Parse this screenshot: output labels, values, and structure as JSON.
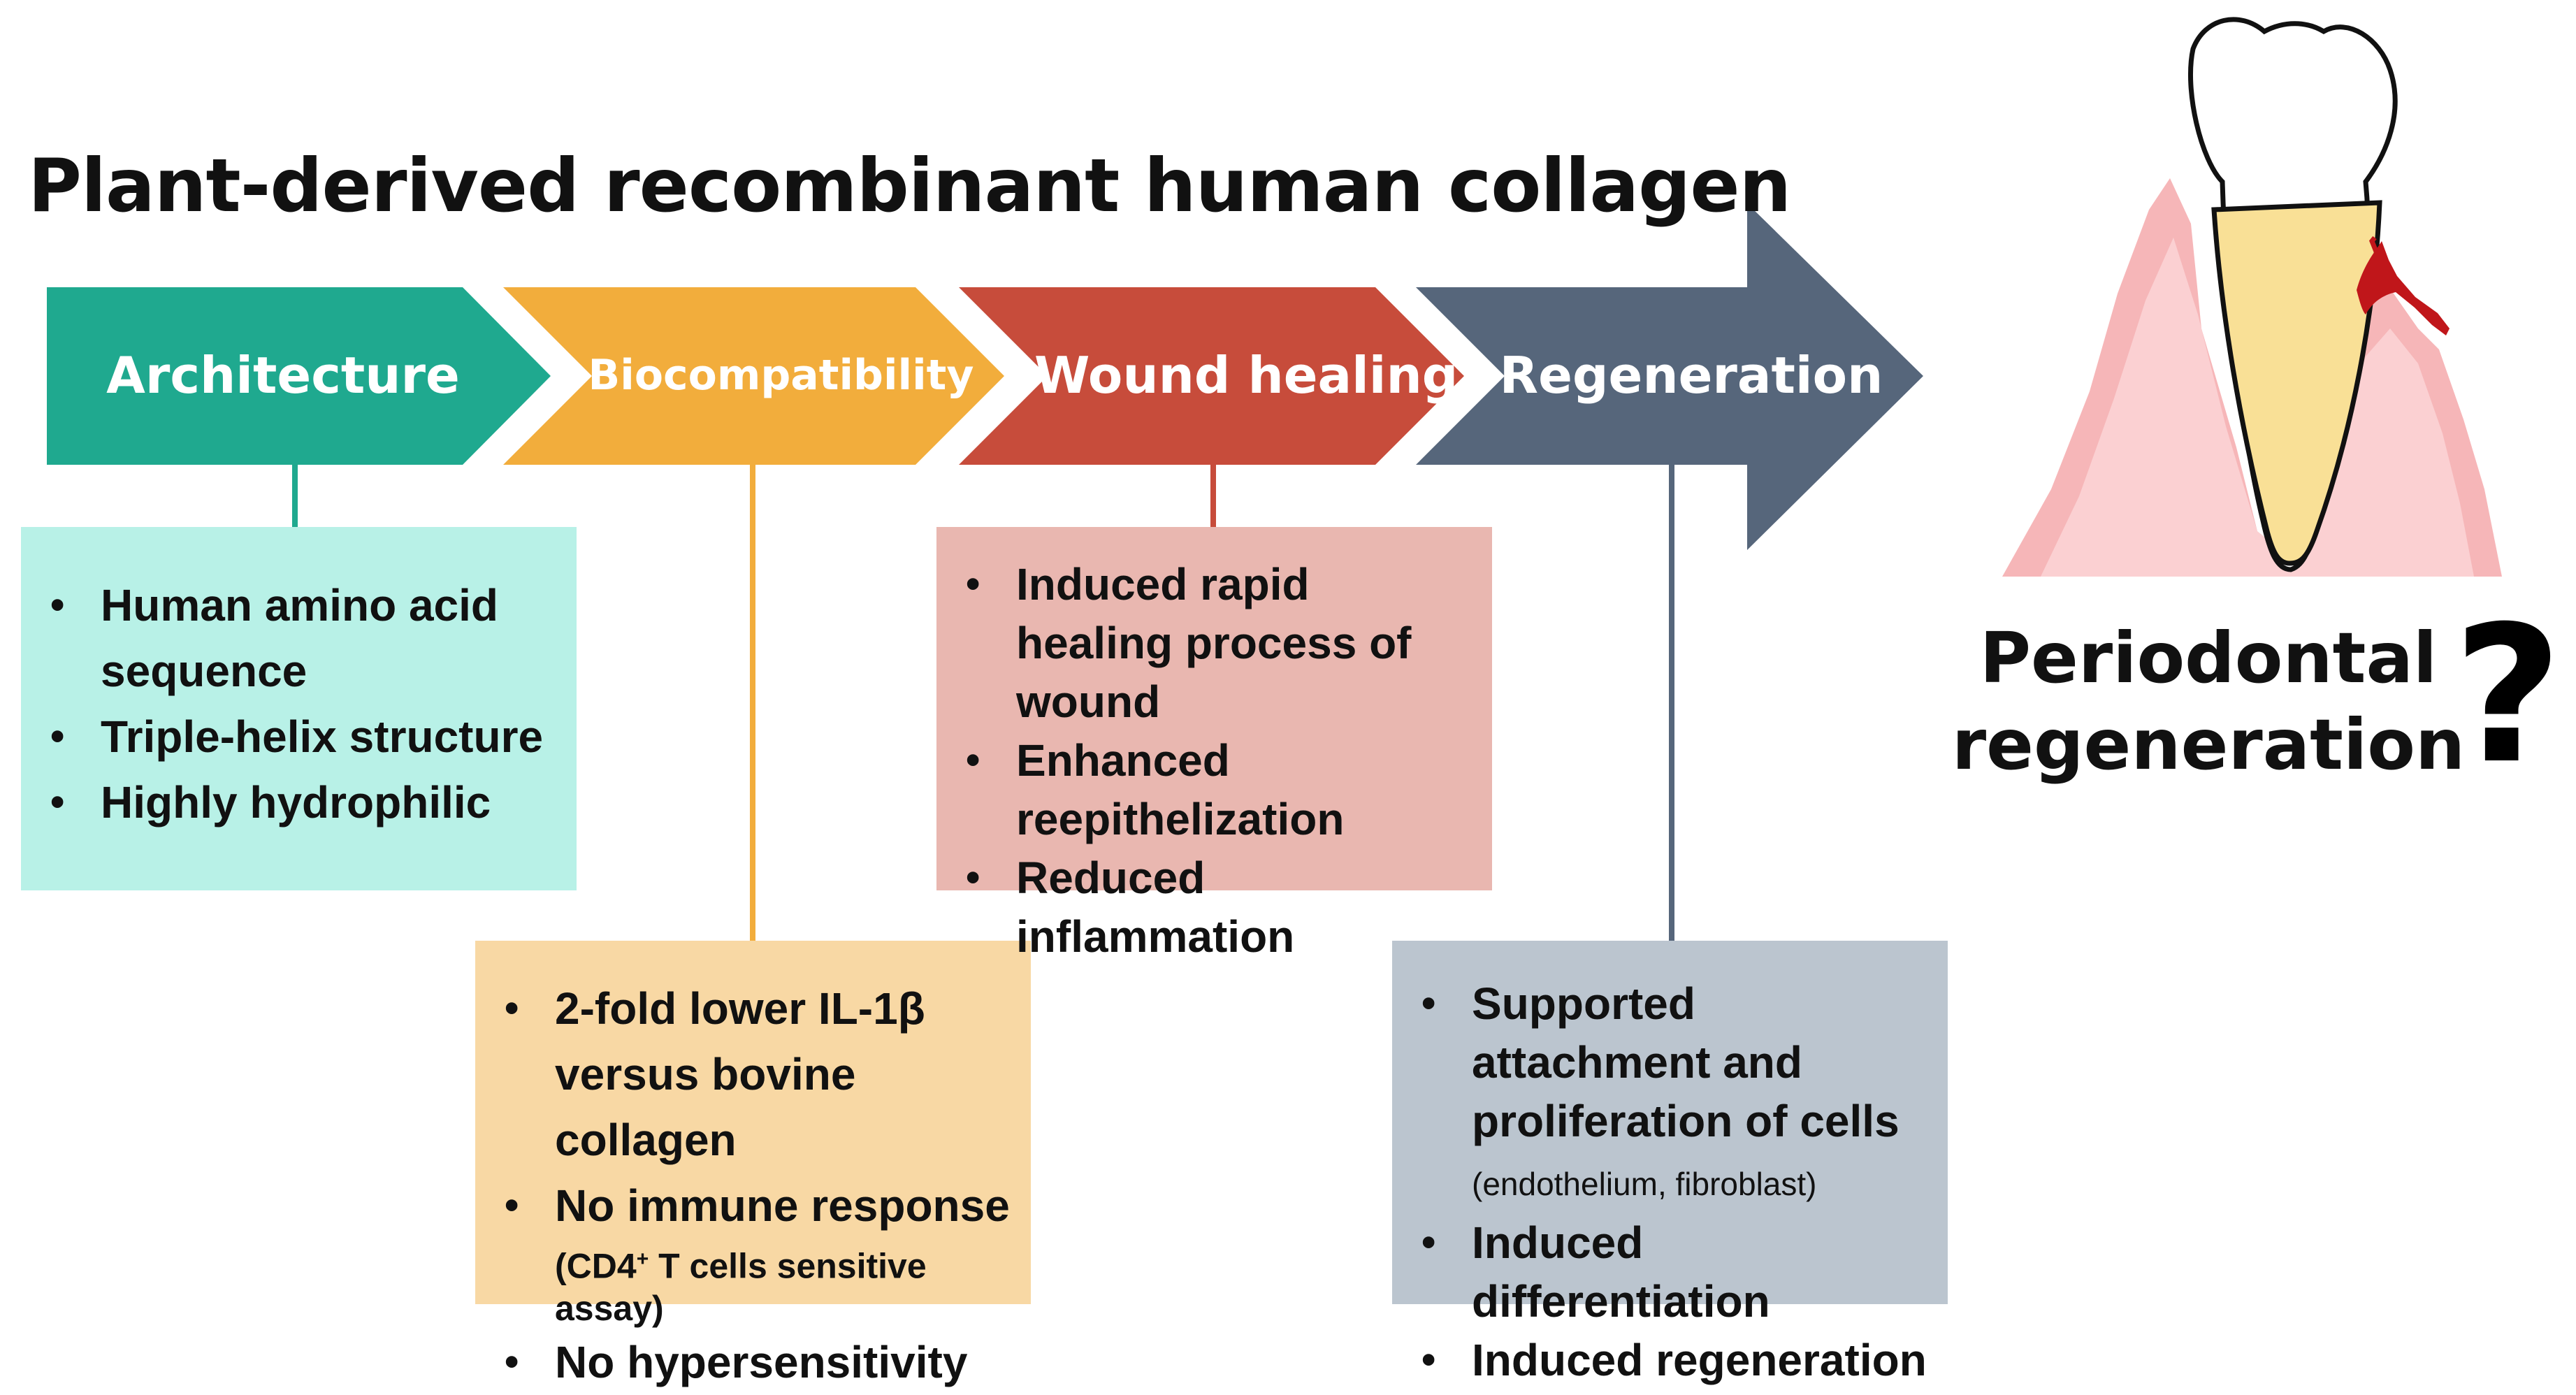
{
  "title": "Plant-derived recombinant human collagen",
  "steps": [
    {
      "label": "Architecture",
      "color": "#1fa98f"
    },
    {
      "label": "Biocompatibility",
      "color": "#f2ad3c"
    },
    {
      "label": "Wound healing",
      "color": "#c74c3b"
    },
    {
      "label": "Regeneration",
      "color": "#56667b"
    }
  ],
  "boxes": {
    "architecture": {
      "color": "#b8f1e7",
      "items": [
        "Human amino acid sequence",
        "Triple-helix structure",
        "Highly hydrophilic"
      ]
    },
    "biocompatibility": {
      "color": "#f8d8a4",
      "items": [
        {
          "text": "2-fold lower IL-1β versus bovine collagen"
        },
        {
          "text": "No immune response",
          "sub_pre": "(CD4",
          "sub_sup": "+",
          "sub_post": " T cells sensitive assay)"
        },
        {
          "text": "No hypersensitivity"
        }
      ]
    },
    "wound_healing": {
      "color": "#e9b7b0",
      "items": [
        "Induced rapid healing process of wound",
        "Enhanced reepithelization",
        "Reduced inflammation"
      ]
    },
    "regeneration": {
      "color": "#bbc5cf",
      "items": [
        {
          "text": "Supported attachment and proliferation of cells",
          "sub": "(endothelium, fibroblast)"
        },
        {
          "text": "Induced differentiation"
        },
        {
          "text": "Induced regeneration"
        }
      ]
    }
  },
  "periodontal": {
    "line1": "Periodontal",
    "line2": "regeneration",
    "question": "?"
  },
  "icons": [
    "tooth-icon",
    "question-mark-icon"
  ]
}
